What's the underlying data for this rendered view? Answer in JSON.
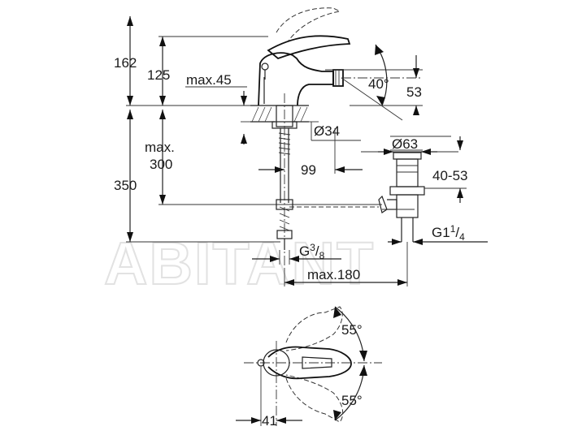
{
  "watermark": "ABITANT",
  "dimensions": {
    "h162": "162",
    "h125": "125",
    "max45": "max.45",
    "angle40": "40°",
    "h53": "53",
    "dia34": "Ø34",
    "max300_line1": "max.",
    "max300_line2": "300",
    "h350": "350",
    "w99": "99",
    "dia63": "Ø63",
    "range4053": "40-53",
    "thread_g114_base": "G1",
    "thread_g114_num": "1",
    "thread_g114_den": "4",
    "thread_g38_base": "G",
    "thread_g38_num": "3",
    "thread_g38_den": "8",
    "max180": "max.180",
    "angle55_top": "55°",
    "angle55_bottom": "55°",
    "w41": "41"
  }
}
